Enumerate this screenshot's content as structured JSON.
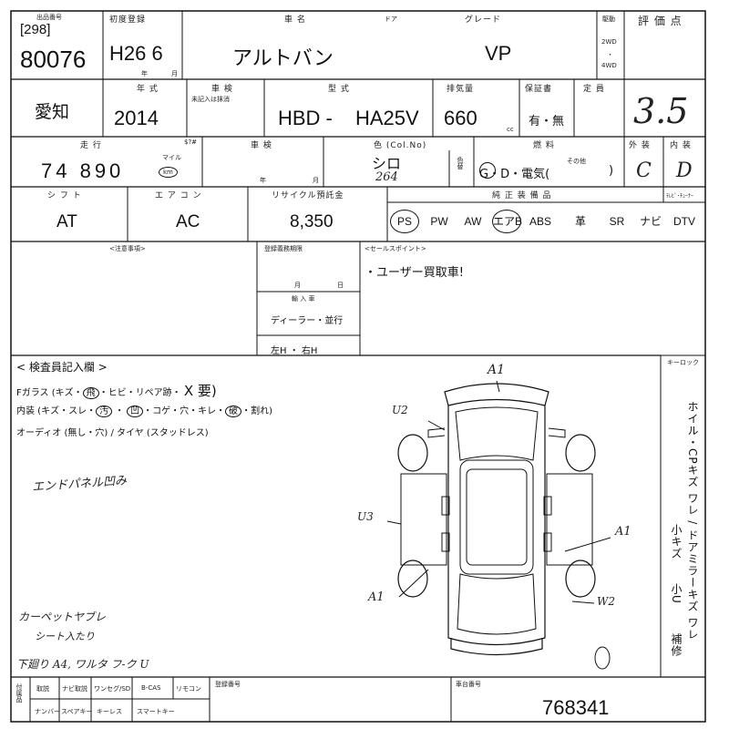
{
  "header": {
    "lot_label": "出品番号",
    "lot_code": "[298]",
    "lot_number": "80076",
    "first_reg_label": "初度登録",
    "first_reg": "H26 6",
    "year_label": "年",
    "month_label": "月",
    "model_label": "車 名",
    "model": "アルトバン",
    "door_label": "ドア",
    "grade_label": "グレード",
    "grade": "VP",
    "drive_label": "駆動",
    "drive_2wd": "2WD",
    "drive_4wd": "4WD",
    "score_label": "評 価 点",
    "score": "3.5"
  },
  "row2": {
    "region": "愛知",
    "year_label": "年 式",
    "year": "2014",
    "inspection_label": "車 検",
    "inspection_sub": "未記入は抹消",
    "type_label": "型 式",
    "type_prefix": "HBD -",
    "type_code": "HA25V",
    "displacement_label": "排気量",
    "displacement": "660",
    "cc": "cc",
    "warranty_label": "保証書",
    "warranty": "有・無",
    "capacity_label": "定 員"
  },
  "row3": {
    "mileage_label": "走 行",
    "mileage": "74 890",
    "mile_label": "マイル",
    "km_label": "km",
    "history_label": "$?#",
    "dealer_label": "車 検",
    "year_label": "年",
    "month_label": "月",
    "color_label": "色 (Col.No)",
    "color": "シロ",
    "color_code": "264",
    "color_change_label": "色替",
    "fuel_label": "燃 料",
    "fuel": "G・D・電気(",
    "fuel_other": "その他",
    "fuel_close": ")",
    "exterior_label": "外 装",
    "exterior": "C",
    "interior_label": "内 装",
    "interior": "D"
  },
  "row4": {
    "shift_label": "シ フ ト",
    "shift": "AT",
    "ac_label": "エ ア コ ン",
    "ac": "AC",
    "recycle_label": "リサイクル預託金",
    "recycle": "8,350",
    "options_label": "純 正 装 備 品",
    "options": [
      "PS",
      "PW",
      "AW",
      "エアB",
      "ABS",
      "革",
      "SR",
      "ナビ",
      "DTV"
    ],
    "navi_label": "ﾃﾚﾋﾞ･ﾁｭｰﾅｰ"
  },
  "notes": {
    "caution_label": "<注意事項>",
    "registration_label": "登録義務期限",
    "month_label": "月",
    "day_label": "日",
    "import_label": "輸 入 車",
    "import_dealer": "ディーラー・並行",
    "steering": "左H ・ 右H",
    "sales_label": "<セールスポイント>",
    "sales_point": "・ユーザー買取車!"
  },
  "inspector": {
    "title": "< 検査員記入欄 >",
    "glass": "Fガラス (キズ・",
    "glass_rest": "・ヒビ・リペア跡・",
    "glass_mark": "X 要)",
    "interior": "内装 (キズ・スレ・",
    "interior_rest": "・コゲ・穴・キレ・",
    "interior_end": "・割れ)",
    "audio": "オーディオ (無し・穴) / タイヤ (スタッドレス)",
    "keyless": "キーロック",
    "side_note": "ホイル・CPキズ ワレ / ドアミラーキズ ワレ",
    "side_note2": "小キズ",
    "side_note3": "小U",
    "side_note4": "補修",
    "hand_note1": "エンドパネル凹み",
    "hand_note2": "カーペットヤブレ",
    "hand_note3": "シート入たり",
    "hand_note4": "下廻り A4, ワルタ フ-ク U"
  },
  "diagram": {
    "mark_front": "A1",
    "mark_u2": "U2",
    "mark_u3": "U3",
    "mark_a1_right": "A1",
    "mark_a1_left": "A1",
    "mark_w2": "W2"
  },
  "footer": {
    "check_labels_top": [
      "取説",
      "ナビ取説",
      "ワンセグ/SD",
      "B-CAS",
      "リモコン"
    ],
    "check_labels_bottom": [
      "ナンバー",
      "スペアキー",
      "キーレス",
      "スマートキー"
    ],
    "side_label": "付属品",
    "registration_label": "登録番号",
    "chassis_label": "車台番号",
    "chassis_number": "768341"
  }
}
